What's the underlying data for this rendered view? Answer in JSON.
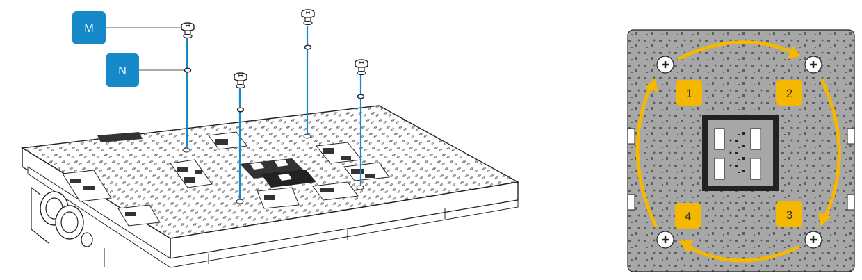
{
  "callouts": [
    {
      "label": "M",
      "color": "#1689C9"
    },
    {
      "label": "N",
      "color": "#1689C9"
    }
  ],
  "sequence": {
    "steps": [
      "1",
      "2",
      "3",
      "4"
    ],
    "badge_color": "#F5B800",
    "arrow_color": "#F5B800"
  },
  "colors": {
    "board_fill": "#A7A7A7",
    "outline": "#222222",
    "leader_line": "#1689C9"
  }
}
